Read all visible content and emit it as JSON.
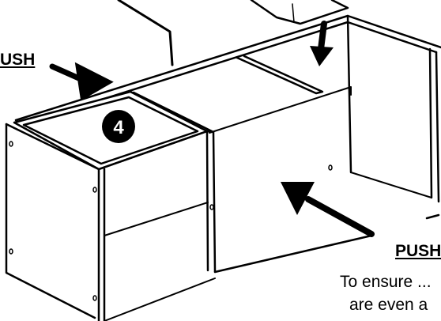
{
  "labels": {
    "push_left": "USH",
    "push_right": "PUSH",
    "step_number": "4",
    "note_line_1": "To ensure ...",
    "note_line_2": "are even a"
  },
  "colors": {
    "ink": "#000000",
    "background": "#ffffff",
    "badge_text": "#ffffff"
  }
}
